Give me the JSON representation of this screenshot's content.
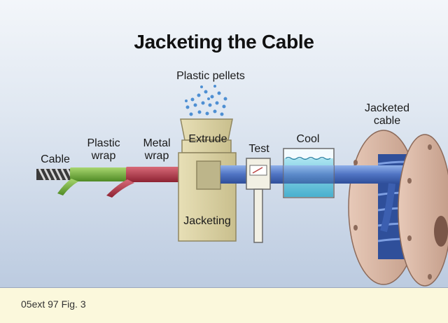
{
  "title": "Jacketing the Cable",
  "labels": {
    "plastic_pellets": "Plastic pellets",
    "cable": "Cable",
    "plastic_wrap": [
      "Plastic",
      "wrap"
    ],
    "metal_wrap": [
      "Metal",
      "wrap"
    ],
    "extrude": "Extrude",
    "test": "Test",
    "cool": "Cool",
    "jacketed_cable": [
      "Jacketed",
      "cable"
    ],
    "jacketing": "Jacketing"
  },
  "caption": "05ext 97 Fig. 3",
  "colors": {
    "cable_blue": "#5b7fc9",
    "plastic_wrap_green": "#6fae3c",
    "metal_wrap_red": "#b33a4a",
    "machine_tan": "#d8cfa0",
    "reel_tan": "#d9b9a8",
    "water_cyan": "#3fb6d6",
    "footer_bg": "#fbf8dc"
  }
}
